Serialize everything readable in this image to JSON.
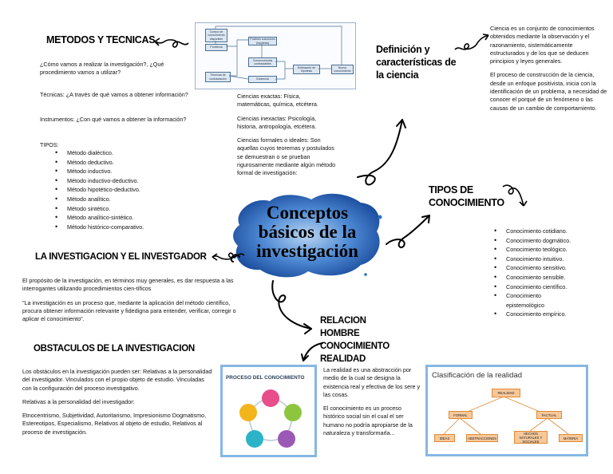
{
  "center": {
    "title": "Conceptos básicos de la investigación"
  },
  "metodos": {
    "heading": "METODOS Y TECNICAS",
    "q1": "¿Cómo vamos a realizar la investigación?, ¿Qué procedimiento vamos a utilizar?",
    "tecnicas": "Técnicas: ¿A través de qué vamos a obtener información?",
    "instrumentos": "Instrumentos: ¿Con qué vamos a obtener la información?",
    "tipos_label": "TIPOS:",
    "tipos": [
      "Método dialéctico.",
      "Método deductivo.",
      "Método inductivo.",
      "Método inductivo-deductivo.",
      "Método hipotético-deductivo.",
      "Método analítico.",
      "Método sintético.",
      "Método analítico-sintético.",
      "Método histórico-comparativo."
    ]
  },
  "ciencias": {
    "exactas": "Ciencias exactas: Física, matemáticas, química, etcétera.",
    "inexactas": "Ciencias inexactas: Psicología, historia, antropología, etcétera.",
    "formales": "Ciencias formales o ideales: Son aquellas cuyos teoremas y postulados se demuestran o se prueban rigurosamente mediante algún método formal de investigación:"
  },
  "flowchart": {
    "b1": "Cuerpo de conocimiento disponible",
    "b2": "Problema",
    "b3": "Posibles soluciones (hipótesis)",
    "b4": "Consecuencias contrastables",
    "b5": "Técnicas de contrastación",
    "b6": "Evidencia",
    "b7": "Estimación de hipótesis",
    "b8": "Nuevo conocimiento"
  },
  "definicion": {
    "heading": "Definición y características de la ciencia",
    "p1": "Ciencia es un conjunto de conocimientos obtenidos mediante la observación y el razonamiento, sistemáticamente estructurados y de los que se deducen principios y leyes generales.",
    "p2": "El proceso de construcción de la ciencia, desde un enfoque positivista, inicia con la identificación de un problema, a necesidad de conocer el porqué de un fenómeno o las causas de un cambio de comportamiento."
  },
  "tipos_conocimiento": {
    "heading": "TIPOS DE CONOCIMIENTO",
    "items": [
      "Conocimiento cotidiano.",
      "Conocimiento dogmático.",
      "Conocimiento teológico.",
      "Conocimiento intuitivo.",
      "Conocimiento sensitivo.",
      "Conocimiento sensible.",
      "Conocimiento científico.",
      "Conocimiento epistemológico",
      "Conocimiento empírico."
    ]
  },
  "investigador": {
    "heading": "LA INVESTIGACION Y EL INVESTGADOR",
    "p1": "El propósito de la investigación, en términos muy generales, es dar respuesta a las interrogantes utilizando procedimientos cien-tíficos",
    "p2": "\"La investigación es un proceso que, mediante la aplicación del método científico, procura obtener información relevante y fidedigna para entender, verificar, corregir o aplicar el conocimiento\"."
  },
  "obstaculos": {
    "heading": "OBSTACULOS DE LA INVESTIGACION",
    "p1": "Los obstáculos en la investigación pueden ser: Relativas a la personalidad del investigador. Vinculados con el propio objeto de estudio. Vinculadas con la configuración del proceso investigativo.",
    "p2": "Relativas a la personalidad del investigador:",
    "p3": "Etnocentrismo, Subjetividad, Autoritarismo, Impresionismo Dogmatismo, Estereotipos, Especialismo, Relativos al objeto de estudio, Relativos al proceso de investigación."
  },
  "relacion": {
    "heading": "RELACION HOMBRE CONOCIMIENTO REALIDAD",
    "p1": "La realidad es una abstracción por medio de la cual se designa la existencia real y efectiva de los sere y las cosas.",
    "p2": "El conocimiento es un proceso histórico social sin el cual el ser humano no podría apropiarse de la naturaleza y transformarla..."
  },
  "proceso": {
    "title": "PROCESO DEL CONOCIMIENTO"
  },
  "clasificacion": {
    "title": "Clasificación de la realidad",
    "realidad": "REALIDAD",
    "formal": "FORMAL",
    "factual": "FACTUAL",
    "ideas": "IDEAS",
    "abstracciones": "ABSTRACCIONES",
    "hechos": "HECHOS NATURALES Y SOCIALES",
    "materia": "MATERIA"
  },
  "colors": {
    "ink_blue": "#2d6fc0",
    "frame_blue": "#86b7e3",
    "orange_box": "#f6c89a"
  }
}
